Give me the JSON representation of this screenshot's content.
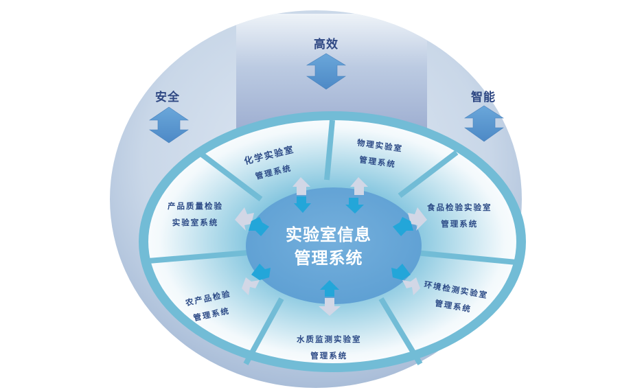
{
  "diagram": {
    "title": "实验室信息管理系统",
    "center": {
      "line1": "实验室信息",
      "line2": "管理系统"
    },
    "pillars": [
      {
        "label": "安全",
        "icon": "double-arrow-icon"
      },
      {
        "label": "高效",
        "icon": "double-arrow-icon"
      },
      {
        "label": "智能",
        "icon": "double-arrow-icon"
      }
    ],
    "segments": [
      {
        "line1": "化学实验室",
        "line2": "管理系统"
      },
      {
        "line1": "物理实验室",
        "line2": "管理系统"
      },
      {
        "line1": "食品检验实验室",
        "line2": "管理系统"
      },
      {
        "line1": "环境检测实验室",
        "line2": "管理系统"
      },
      {
        "line1": "水质监测实验室",
        "line2": "管理系统"
      },
      {
        "line1": "农产品检验",
        "line2": "管理系统"
      },
      {
        "line1": "产品质量检验",
        "line2": "实验室系统"
      }
    ],
    "colors": {
      "outer_ellipse": "#c9d7e8",
      "pillar_band": "#98a8cc",
      "ring": "#72bcd6",
      "center_core": "#6aa5d6",
      "arrow_in": "#22a5d8",
      "arrow_out": "#d0d6e6",
      "pillar_arrow": "#5e9bd2",
      "label_text": "#2e4783"
    }
  }
}
